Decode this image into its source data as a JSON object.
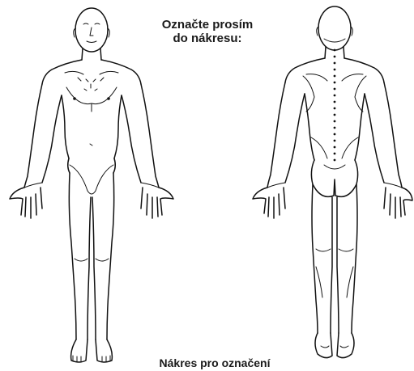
{
  "instruction": {
    "line1": "Označte prosím",
    "line2": "do nákresu:"
  },
  "caption": "Nákres pro označení",
  "figures": [
    {
      "view": "front",
      "icon": "human-body-front-icon"
    },
    {
      "view": "back",
      "icon": "human-body-back-icon"
    }
  ]
}
